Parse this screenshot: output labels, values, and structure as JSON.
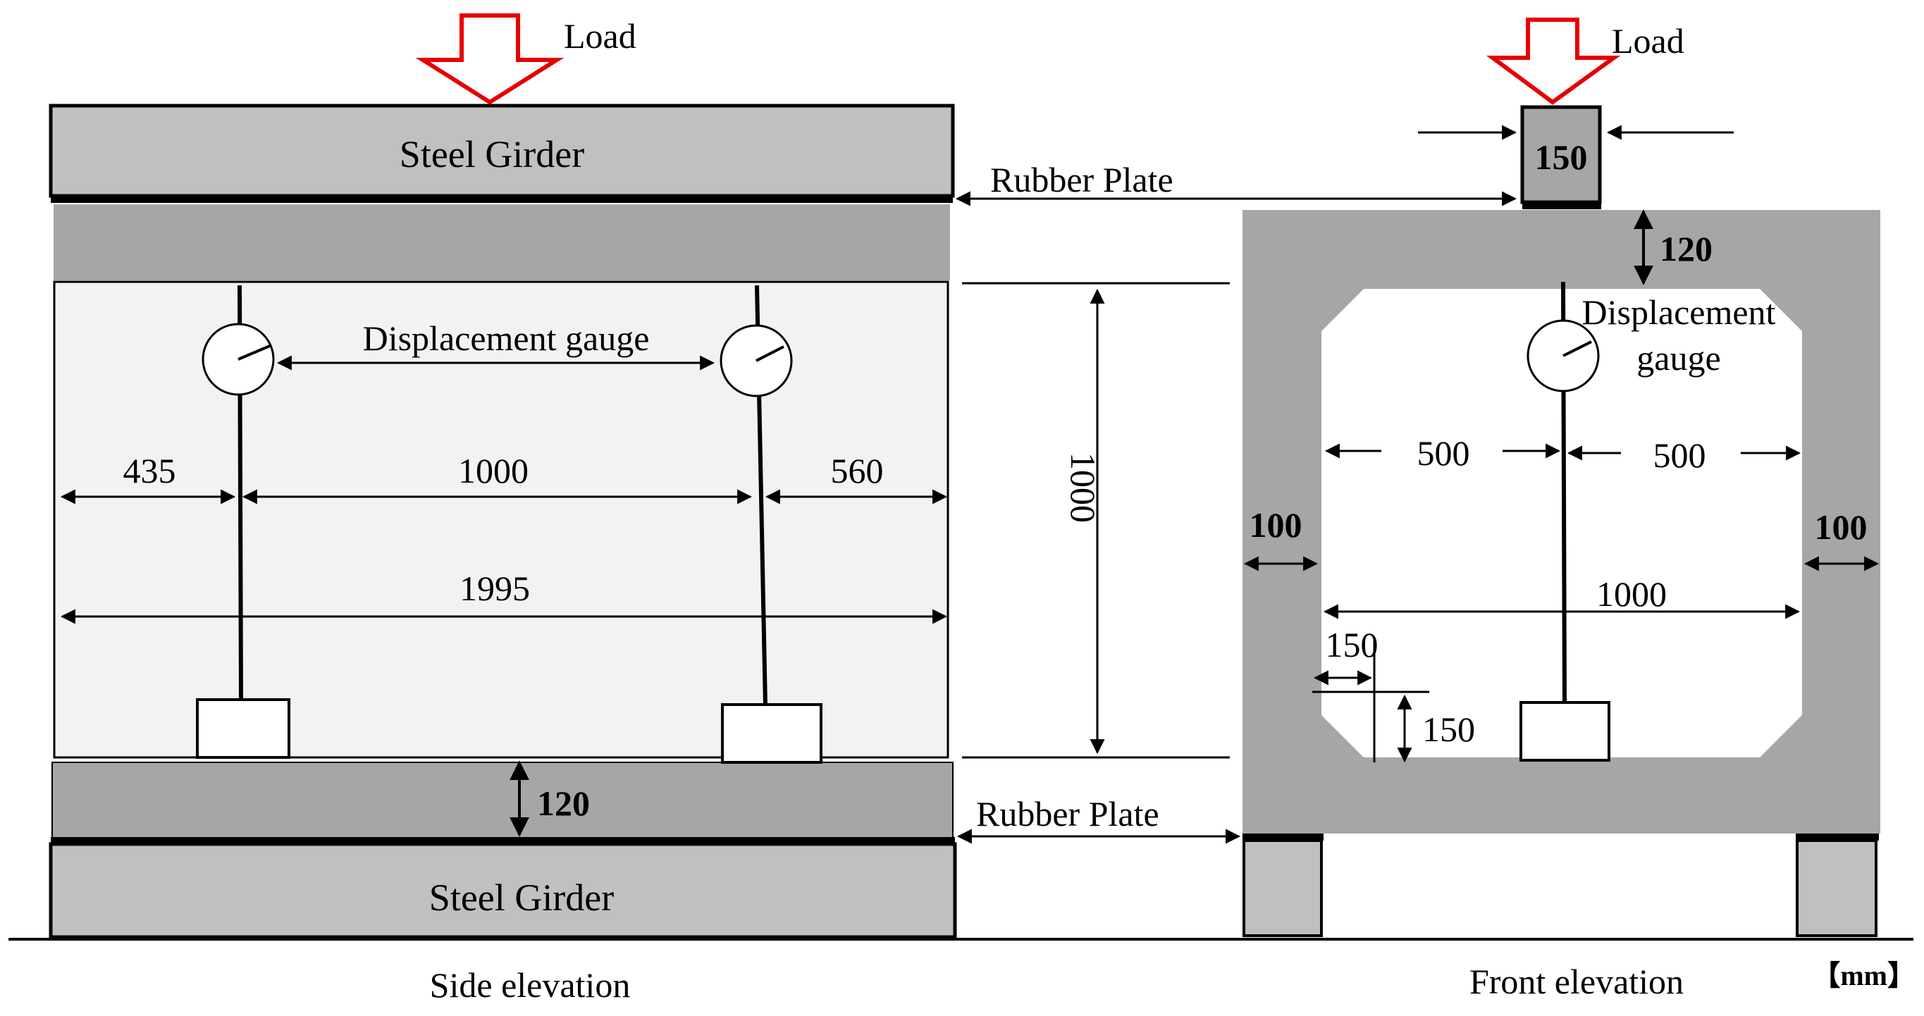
{
  "colors": {
    "girder": "#c0c0c0",
    "slab": "#a6a6a6",
    "wall_fill": "#f2f2f2",
    "box_fill": "#a6a6a6",
    "load_arrow": "#e60000",
    "line": "#000000"
  },
  "side": {
    "load_label": "Load",
    "top_girder_label": "Steel Girder",
    "bottom_girder_label": "Steel Girder",
    "gauge_label": "Displacement gauge",
    "dim_435": "435",
    "dim_1000": "1000",
    "dim_560": "560",
    "dim_1995": "1995",
    "dim_120": "120",
    "caption": "Side elevation"
  },
  "middle": {
    "rubber_top": "Rubber Plate",
    "rubber_bottom": "Rubber Plate",
    "dim_1000": "1000"
  },
  "front": {
    "load_label": "Load",
    "block_label": "150",
    "dim_120": "120",
    "gauge_label_1": "Displacement",
    "gauge_label_2": "gauge",
    "dim_500_left": "500",
    "dim_500_right": "500",
    "dim_100_left": "100",
    "dim_100_right": "100",
    "dim_1000": "1000",
    "dim_150_h": "150",
    "dim_150_v": "150",
    "caption": "Front elevation",
    "unit": "【mm】"
  }
}
